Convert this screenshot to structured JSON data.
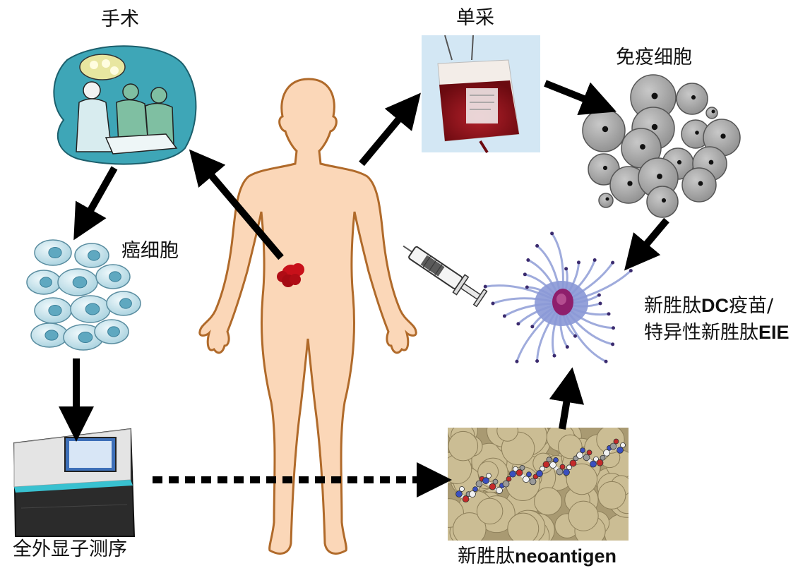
{
  "labels": {
    "surgery": "手术",
    "apheresis": "单采",
    "immune_cells": "免疫细胞",
    "cancer_cells": "癌细胞",
    "vaccine_line1_cn": "新胜肽",
    "vaccine_line1_en": "DC",
    "vaccine_line1_cn2": "疫苗/",
    "vaccine_line2_cn": "特异性新胜肽",
    "vaccine_line2_en": "EIE",
    "sequencing": "全外显子测序",
    "neoantigen_cn": "新胜肽",
    "neoantigen_en": "neoantigen"
  },
  "colors": {
    "skin": "#fbd7b8",
    "skin_outline": "#b06a2a",
    "tumor": "#c8101a",
    "arrow": "#000000",
    "immune_cell": "#a9a9a9",
    "cancer_cell": "#cfe6ee",
    "dc_cell": "#6f7fc4",
    "protein_surface": "#bfae86"
  }
}
